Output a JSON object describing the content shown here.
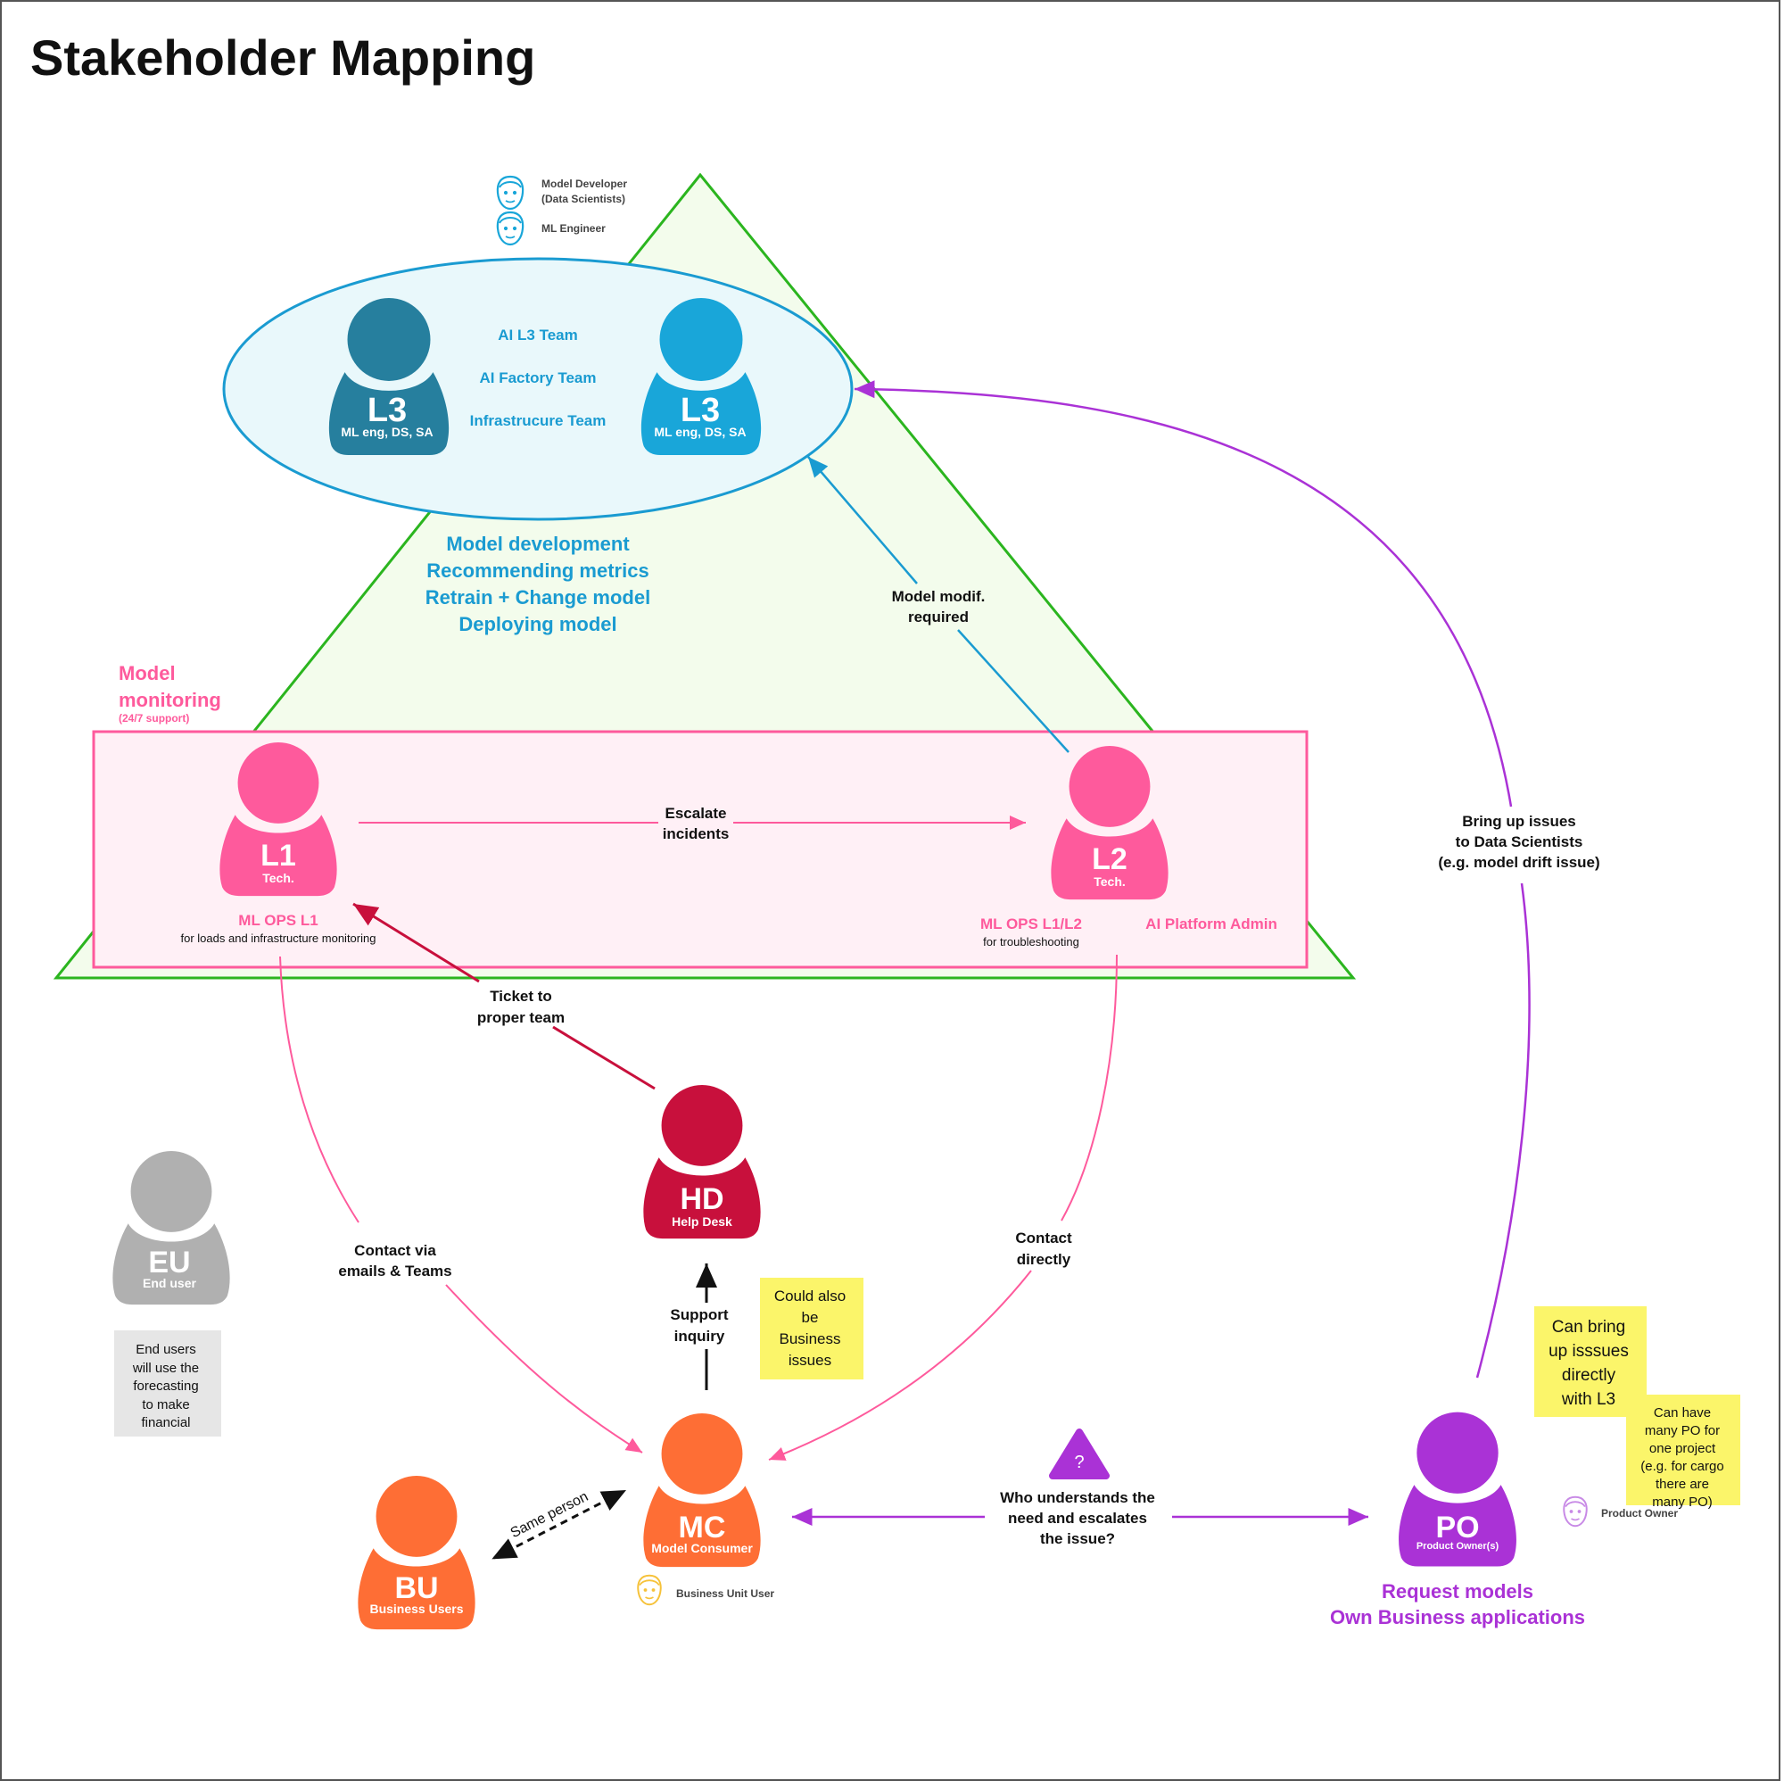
{
  "title": "Stakeholder Mapping",
  "personas": {
    "model_developer": "Model Developer",
    "model_developer_sub": "(Data Scientists)",
    "ml_engineer": "ML Engineer",
    "business_unit_user": "Business Unit User",
    "product_owner": "Product Owner"
  },
  "l3": {
    "left": {
      "code": "L3",
      "sub": "ML eng, DS, SA"
    },
    "right": {
      "code": "L3",
      "sub": "ML eng, DS, SA"
    },
    "teams": [
      "AI L3 Team",
      "AI Factory Team",
      "Infrastrucure Team"
    ],
    "activities": [
      "Model development",
      "Recommending metrics",
      "Retrain + Change model",
      "Deploying model"
    ]
  },
  "monitoring": {
    "title_line1": "Model",
    "title_line2": "monitoring",
    "sub": "(24/7 support)"
  },
  "l1": {
    "code": "L1",
    "sub": "Tech.",
    "role": "ML OPS L1",
    "desc": "for loads and infrastructure monitoring"
  },
  "l2": {
    "code": "L2",
    "sub": "Tech.",
    "role": "ML OPS L1/L2",
    "desc": "for troubleshooting",
    "role2": "AI Platform Admin"
  },
  "hd": {
    "code": "HD",
    "sub": "Help Desk"
  },
  "mc": {
    "code": "MC",
    "sub": "Model Consumer"
  },
  "bu": {
    "code": "BU",
    "sub": "Business Users"
  },
  "eu": {
    "code": "EU",
    "sub": "End user"
  },
  "po": {
    "code": "PO",
    "sub": "Product Owner(s)",
    "desc_line1": "Request models",
    "desc_line2": "Own Business applications"
  },
  "edges": {
    "escalate": [
      "Escalate",
      "incidents"
    ],
    "model_modif": [
      "Model modif.",
      "required"
    ],
    "ticket": [
      "Ticket to",
      "proper team"
    ],
    "contact_via": [
      "Contact via",
      "emails & Teams"
    ],
    "contact_directly": [
      "Contact",
      "directly"
    ],
    "support_inquiry": [
      "Support",
      "inquiry"
    ],
    "bring_up": [
      "Bring up issues",
      "to Data Scientists",
      "(e.g. model drift issue)"
    ],
    "who_understands": [
      "Who understands the",
      "need and escalates",
      "the issue?"
    ],
    "same_person": "Same person",
    "question_mark": "?"
  },
  "notes": {
    "could_also": [
      "Could also",
      "be",
      "Business",
      "issues"
    ],
    "end_users": [
      "End users",
      "will use the",
      "forecasting",
      "to make",
      "financial"
    ],
    "can_bring": [
      "Can bring",
      "up isssues",
      "directly",
      "with L3"
    ],
    "can_have": [
      "Can have",
      "many PO for",
      "one project",
      "(e.g. for cargo",
      "there are",
      "many PO)"
    ]
  },
  "colors": {
    "l3_dark": "#267f9e",
    "l3_light": "#19a6d9",
    "blue_text": "#1a9bd1",
    "pink": "#fe5a9c",
    "crimson": "#c8103c",
    "orange": "#fe6e35",
    "purple": "#aa32d6",
    "grey": "#b0b0b0",
    "triangle": "#2bb51f",
    "sticky": "#fbf56a",
    "note_grey": "#e6e6e6"
  }
}
